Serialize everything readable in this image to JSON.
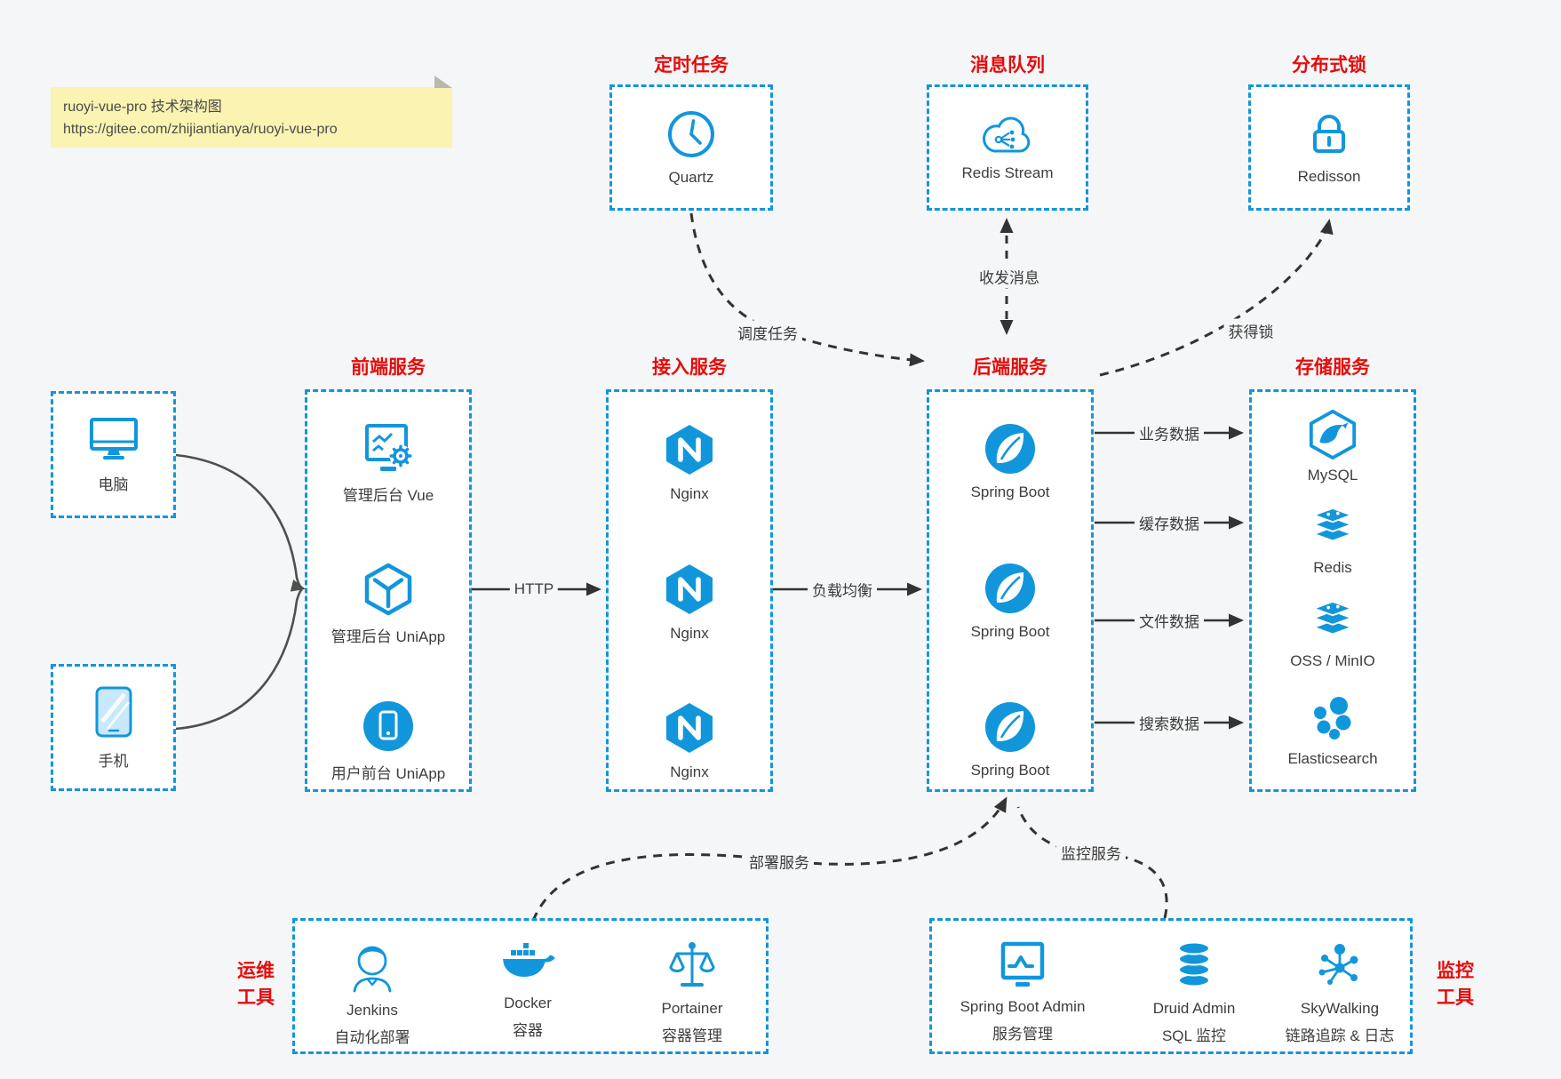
{
  "note": {
    "title": "ruoyi-vue-pro 技术架构图",
    "url": "https://gitee.com/zhijiantianya/ruoyi-vue-pro"
  },
  "colors": {
    "accent_blue": "#1296db",
    "title_red": "#e60c0c",
    "arrow_dark": "#333333",
    "arrow_gray": "#4f4f4f",
    "note_bg": "#fbf3b1",
    "page_bg": "#f5f6f7"
  },
  "top_groups": {
    "scheduler": {
      "title": "定时任务",
      "item": {
        "label": "Quartz",
        "icon": "clock-icon"
      }
    },
    "mq": {
      "title": "消息队列",
      "item": {
        "label": "Redis Stream",
        "icon": "cloud-mq-icon"
      }
    },
    "lock": {
      "title": "分布式锁",
      "item": {
        "label": "Redisson",
        "icon": "lock-icon"
      }
    }
  },
  "clients": [
    {
      "label": "电脑",
      "icon": "desktop-icon"
    },
    {
      "label": "手机",
      "icon": "phone-icon"
    }
  ],
  "columns": {
    "frontend": {
      "title": "前端服务",
      "items": [
        {
          "label": "管理后台 Vue",
          "icon": "admin-vue-icon"
        },
        {
          "label": "管理后台 UniApp",
          "icon": "cube-icon"
        },
        {
          "label": "用户前台 UniApp",
          "icon": "mobile-app-icon"
        }
      ]
    },
    "gateway": {
      "title": "接入服务",
      "items": [
        {
          "label": "Nginx",
          "icon": "nginx-icon"
        },
        {
          "label": "Nginx",
          "icon": "nginx-icon"
        },
        {
          "label": "Nginx",
          "icon": "nginx-icon"
        }
      ]
    },
    "backend": {
      "title": "后端服务",
      "items": [
        {
          "label": "Spring Boot",
          "icon": "spring-icon"
        },
        {
          "label": "Spring Boot",
          "icon": "spring-icon"
        },
        {
          "label": "Spring Boot",
          "icon": "spring-icon"
        }
      ]
    },
    "storage": {
      "title": "存储服务",
      "items": [
        {
          "label": "MySQL",
          "icon": "mysql-icon"
        },
        {
          "label": "Redis",
          "icon": "redis-icon"
        },
        {
          "label": "OSS / MinIO",
          "icon": "oss-icon"
        },
        {
          "label": "Elasticsearch",
          "icon": "elasticsearch-icon"
        }
      ]
    }
  },
  "bottom_groups": {
    "devops": {
      "title_l1": "运维",
      "title_l2": "工具",
      "items": [
        {
          "label": "Jenkins",
          "desc": "自动化部署",
          "icon": "jenkins-icon"
        },
        {
          "label": "Docker",
          "desc": "容器",
          "icon": "docker-icon"
        },
        {
          "label": "Portainer",
          "desc": "容器管理",
          "icon": "portainer-icon"
        }
      ]
    },
    "monitoring": {
      "title_l1": "监控",
      "title_l2": "工具",
      "items": [
        {
          "label": "Spring Boot Admin",
          "desc": "服务管理",
          "icon": "sbadmin-icon"
        },
        {
          "label": "Druid Admin",
          "desc": "SQL 监控",
          "icon": "druid-icon"
        },
        {
          "label": "SkyWalking",
          "desc": "链路追踪 & 日志",
          "icon": "skywalking-icon"
        }
      ]
    }
  },
  "edge_labels": {
    "schedule": "调度任务",
    "messages": "收发消息",
    "lock": "获得锁",
    "http": "HTTP",
    "load_balance": "负载均衡",
    "business": "业务数据",
    "cache": "缓存数据",
    "file": "文件数据",
    "search": "搜索数据",
    "deploy": "部署服务",
    "monitor": "监控服务"
  }
}
